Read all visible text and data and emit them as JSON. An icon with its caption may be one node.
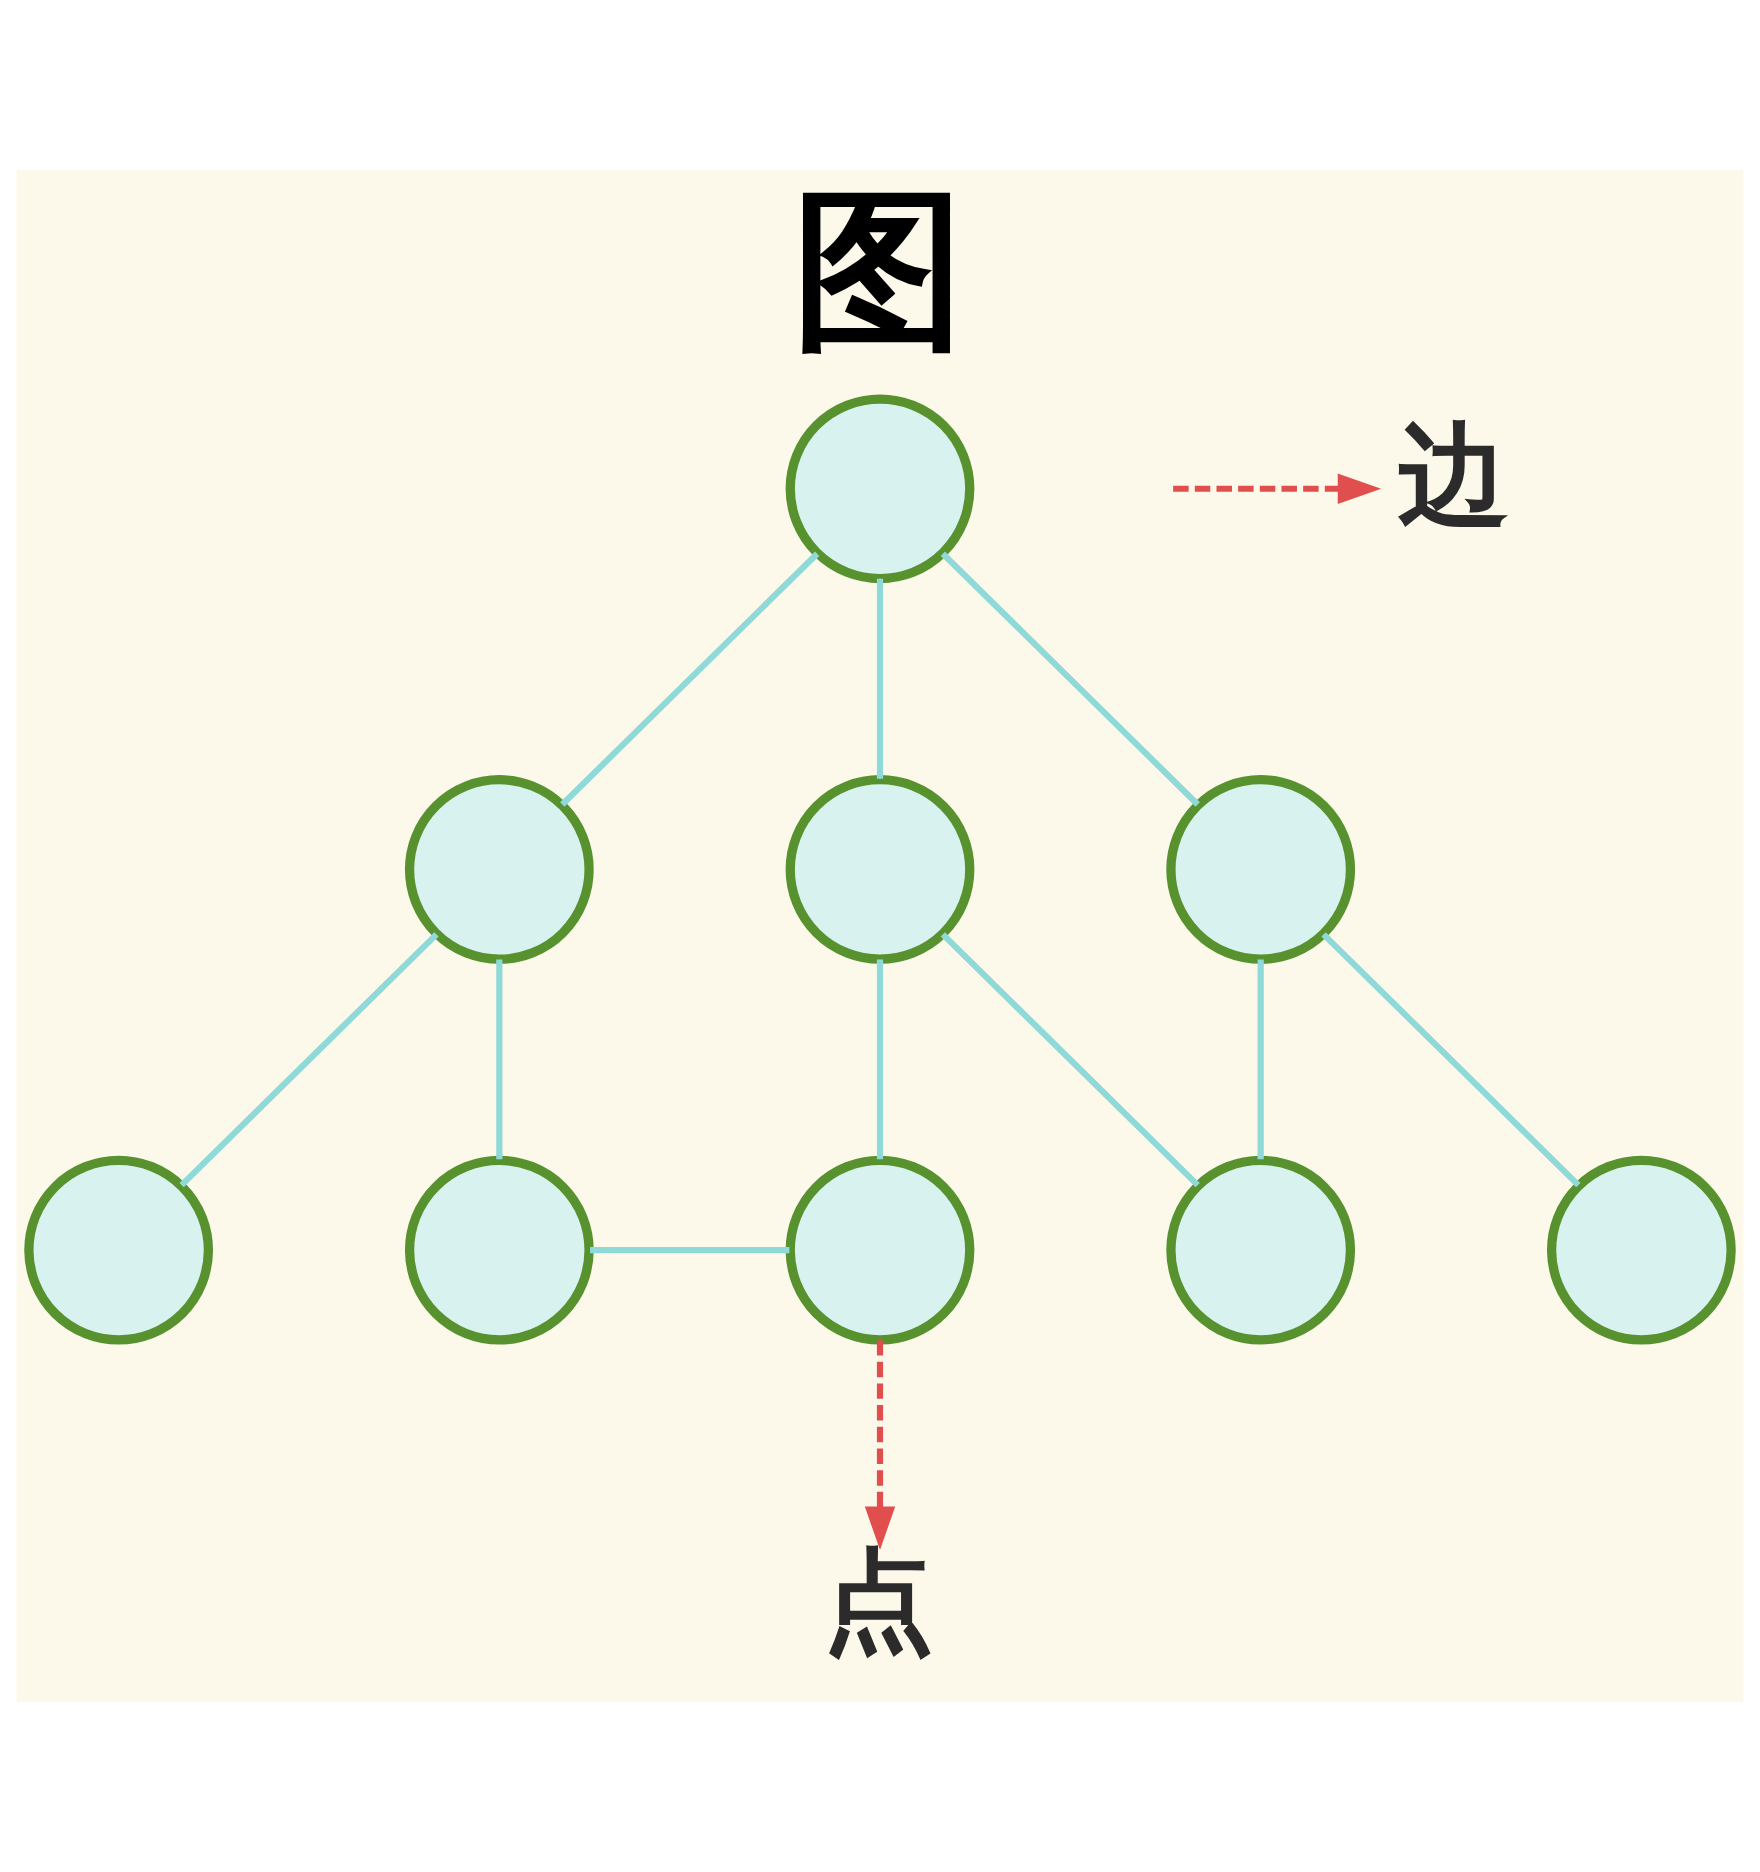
{
  "diagram": {
    "title": "图",
    "nodes": [
      {
        "text": [],
        "shape": "circle"
      },
      {
        "text": [
          "边"
        ]
      },
      {
        "text": [],
        "shape": "circle"
      },
      {
        "text": [],
        "shape": "circle"
      },
      {
        "text": [],
        "shape": "circle"
      },
      {
        "text": [],
        "shape": "circle"
      },
      {
        "text": [],
        "shape": "circle"
      },
      {
        "text": [],
        "shape": "circle"
      },
      {
        "text": [],
        "shape": "circle"
      },
      {
        "text": [],
        "shape": "circle"
      },
      {
        "text": [
          "点"
        ]
      }
    ],
    "edges": [
      {
        "from": 0,
        "to": 2,
        "arrow": "none"
      },
      {
        "from": 0,
        "to": 3,
        "arrow": "none"
      },
      {
        "from": 0,
        "to": 4,
        "arrow": "none"
      },
      {
        "from": 2,
        "to": 5,
        "arrow": "none"
      },
      {
        "from": 2,
        "to": 6,
        "arrow": "none"
      },
      {
        "from": 6,
        "to": 7,
        "arrow": "none"
      },
      {
        "from": 3,
        "to": 7,
        "arrow": "none"
      },
      {
        "from": 3,
        "to": 8,
        "arrow": "none"
      },
      {
        "from": 4,
        "to": 8,
        "arrow": "none"
      },
      {
        "from": 4,
        "to": 9,
        "arrow": "none"
      },
      {
        "from": null,
        "to": 1,
        "arrow": "to",
        "style": "dashed",
        "color": "#e04e4e"
      },
      {
        "from": 7,
        "to": 10,
        "arrow": "to",
        "style": "dashed",
        "color": "#e04e4e"
      }
    ]
  }
}
